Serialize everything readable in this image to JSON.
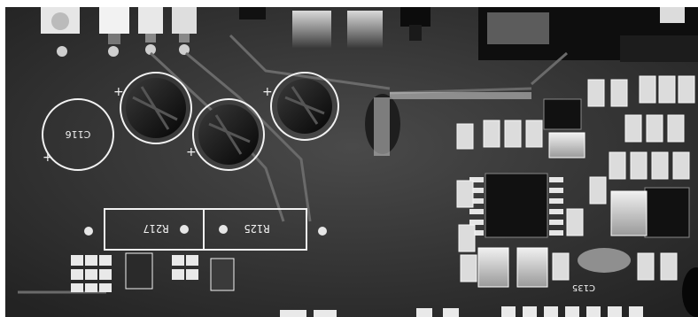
{
  "image": {
    "subject": "close-up of a green printed circuit board rendered in grayscale",
    "labels": {
      "c116": "C116",
      "r217": "R217",
      "r125": "R125",
      "c135": "C135"
    },
    "polarity_mark": "+"
  }
}
